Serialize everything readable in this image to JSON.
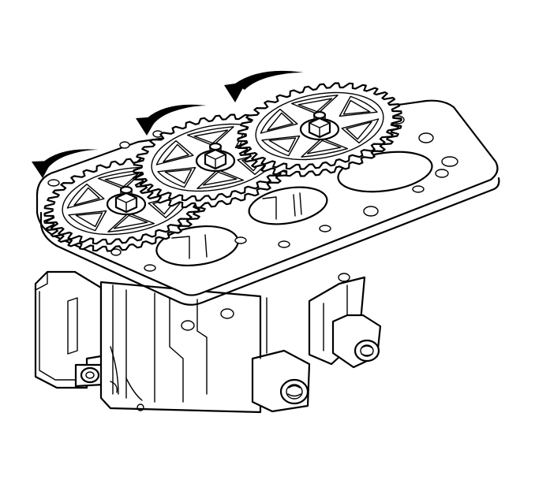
{
  "figure": {
    "components": [
      "head-block",
      "gasket-plate",
      "left-sprocket",
      "center-sprocket",
      "right-sprocket"
    ],
    "arrows": [
      {
        "name": "left-rotation-arrow",
        "direction": "counterclockwise"
      },
      {
        "name": "center-rotation-arrow",
        "direction": "counterclockwise"
      },
      {
        "name": "right-rotation-arrow",
        "direction": "counterclockwise"
      }
    ]
  }
}
